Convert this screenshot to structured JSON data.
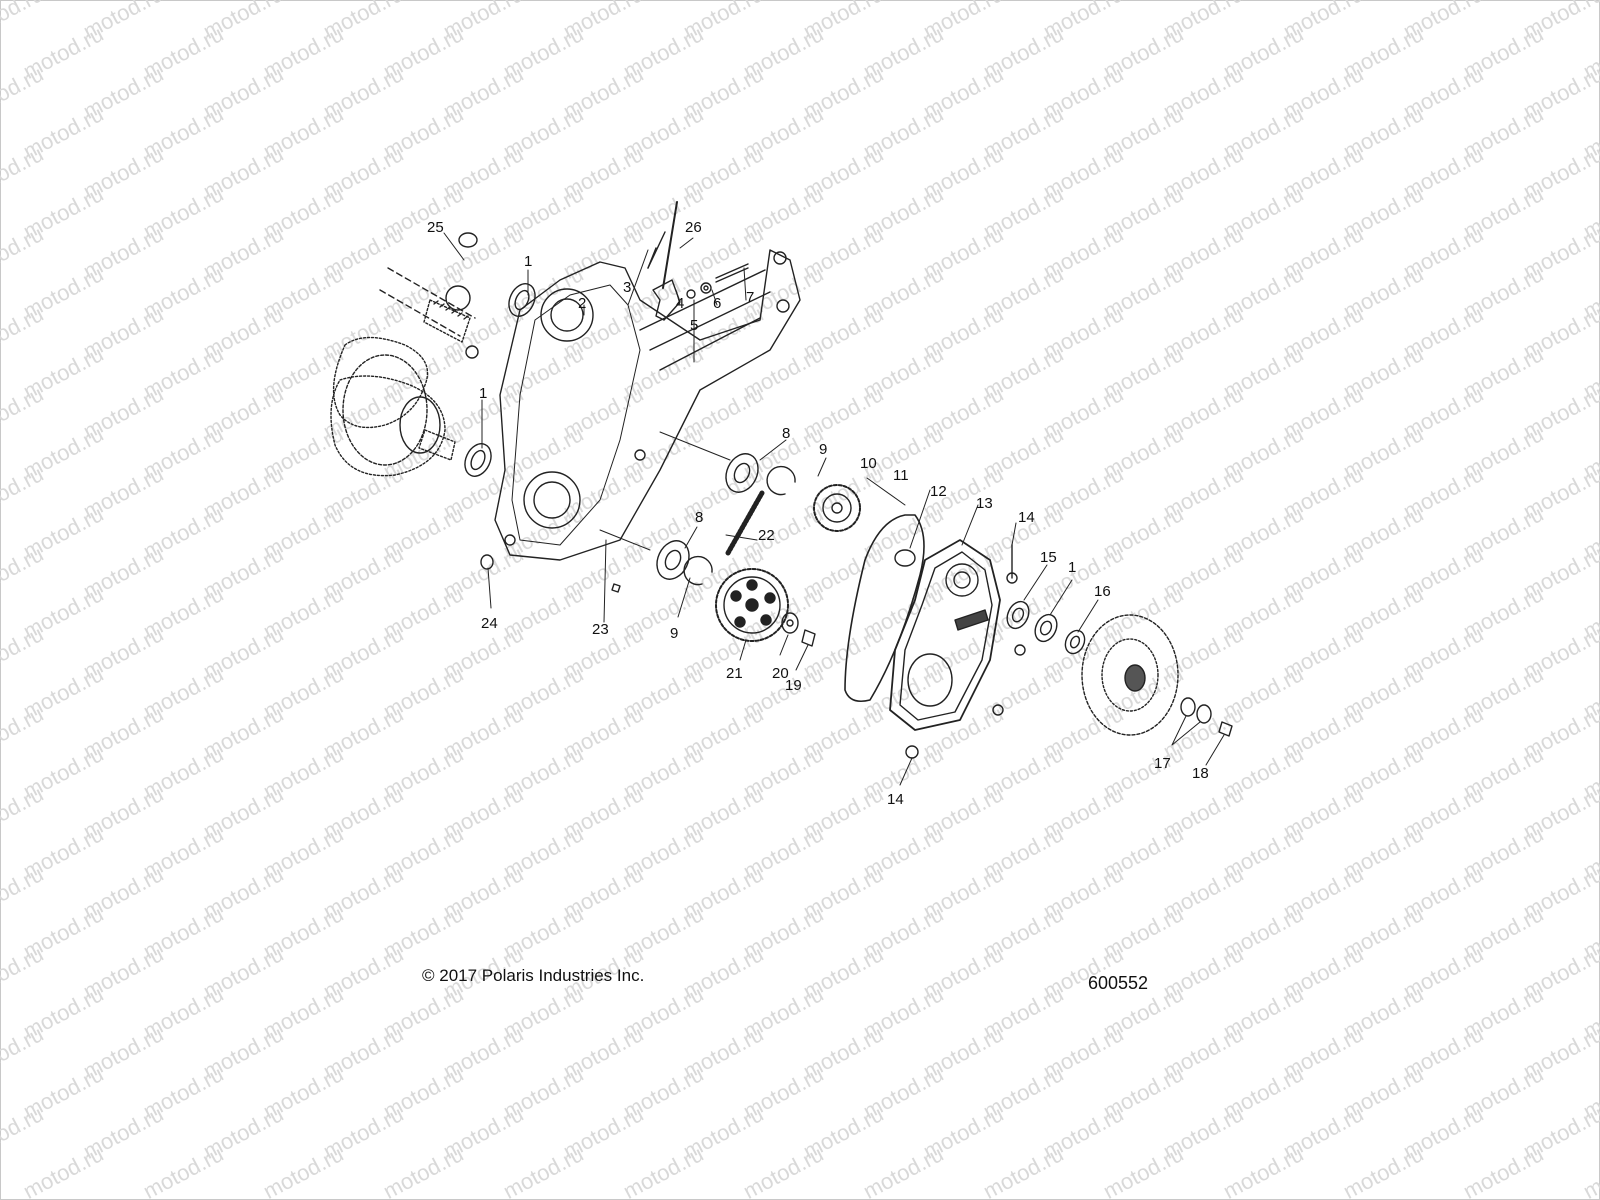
{
  "watermark": {
    "text": "motod.ru",
    "color": "#d9d9d9"
  },
  "diagram": {
    "callouts": [
      {
        "id": "c25",
        "text": "25"
      },
      {
        "id": "c26",
        "text": "26"
      },
      {
        "id": "c1a",
        "text": "1"
      },
      {
        "id": "c2",
        "text": "2"
      },
      {
        "id": "c3",
        "text": "3"
      },
      {
        "id": "c4",
        "text": "4"
      },
      {
        "id": "c6",
        "text": "6"
      },
      {
        "id": "c7",
        "text": "7"
      },
      {
        "id": "c5",
        "text": "5"
      },
      {
        "id": "c1b",
        "text": "1"
      },
      {
        "id": "c8a",
        "text": "8"
      },
      {
        "id": "c9a",
        "text": "9"
      },
      {
        "id": "c10",
        "text": "10"
      },
      {
        "id": "c11",
        "text": "11"
      },
      {
        "id": "c12",
        "text": "12"
      },
      {
        "id": "c13",
        "text": "13"
      },
      {
        "id": "c14a",
        "text": "14"
      },
      {
        "id": "c15",
        "text": "15"
      },
      {
        "id": "c1c",
        "text": "1"
      },
      {
        "id": "c16",
        "text": "16"
      },
      {
        "id": "c22",
        "text": "22"
      },
      {
        "id": "c8b",
        "text": "8"
      },
      {
        "id": "c24",
        "text": "24"
      },
      {
        "id": "c23",
        "text": "23"
      },
      {
        "id": "c9b",
        "text": "9"
      },
      {
        "id": "c21",
        "text": "21"
      },
      {
        "id": "c20",
        "text": "20"
      },
      {
        "id": "c19",
        "text": "19"
      },
      {
        "id": "c14b",
        "text": "14"
      },
      {
        "id": "c17",
        "text": "17"
      },
      {
        "id": "c18",
        "text": "18"
      }
    ]
  },
  "footer": {
    "copyright": "© 2017 Polaris Industries Inc.",
    "figure_number": "600552"
  }
}
